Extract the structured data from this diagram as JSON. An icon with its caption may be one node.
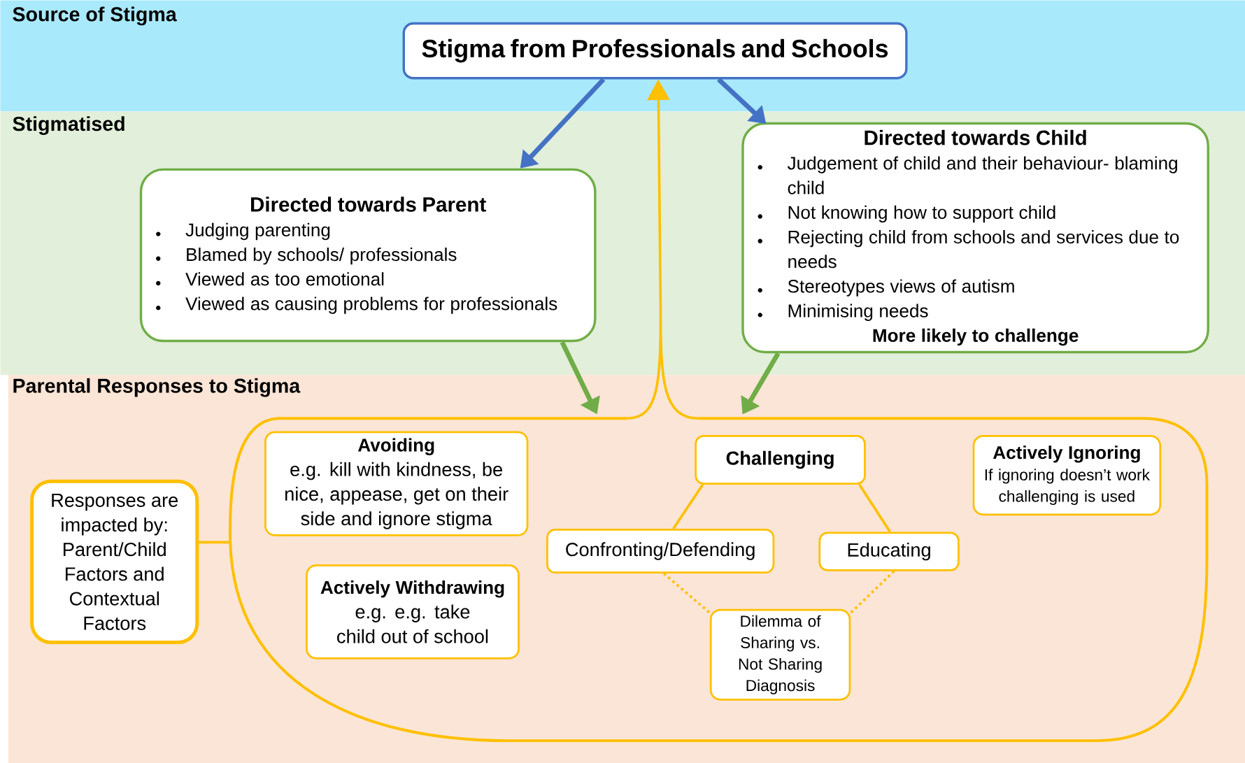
{
  "diagram": {
    "nodes": [
      {
        "text": [
          "Source of Stigma"
        ]
      },
      {
        "text": [
          "Stigma from Professionals and Schools"
        ],
        "in": 0
      },
      {
        "text": [
          "Stigmatised"
        ]
      },
      {
        "text": [
          "Directed towards Parent",
          "Judging parenting",
          "Blamed by schools/ professionals",
          "Viewed as too emotional",
          "Viewed as causing problems for professionals"
        ],
        "in": 2
      },
      {
        "text": [
          "Directed towards Child",
          "Judgement of child and their behaviour- blaming child",
          "Not knowing how to support child",
          "Rejecting child from schools and services due to needs",
          "Stereotypes views of autism",
          "Minimising needs",
          "More likely to challenge"
        ],
        "in": 2
      },
      {
        "text": [
          "Parental Responses to Stigma"
        ]
      },
      {
        "text": [],
        "shape": "box",
        "in": 5
      },
      {
        "text": [
          "Responses are impacted by: Parent/Child Factors and Contextual Factors"
        ],
        "in": 5
      },
      {
        "text": [
          "Avoiding",
          "e.g. kill with kindness, be nice, appease, get on their side and ignore stigma"
        ],
        "in": 6
      },
      {
        "text": [
          "Actively Withdrawing",
          "e.g. e.g. take child out of school"
        ],
        "in": 6
      },
      {
        "text": [
          "Challenging"
        ],
        "in": 6
      },
      {
        "text": [
          "Confronting/Defending"
        ],
        "in": 6
      },
      {
        "text": [
          "Educating"
        ],
        "in": 6
      },
      {
        "text": [
          "Dilemma of Sharing vs. Not Sharing Diagnosis"
        ],
        "in": 6
      },
      {
        "text": [
          "Actively Ignoring",
          "If ignoring doesn’t work challenging is used"
        ],
        "in": 6
      }
    ],
    "edges": [
      {
        "from": 1,
        "to": 3,
        "arrow": "to",
        "style": "thick",
        "color": "#4472c4"
      },
      {
        "from": 1,
        "to": 4,
        "arrow": "to",
        "style": "thick",
        "color": "#4472c4"
      },
      {
        "from": 3,
        "to": 6,
        "arrow": "to",
        "style": "thick",
        "color": "#70ad47"
      },
      {
        "from": 4,
        "to": 6,
        "arrow": "to",
        "style": "thick",
        "color": "#70ad47"
      },
      {
        "from": 6,
        "to": 1,
        "arrow": "to"
      },
      {
        "from": 7,
        "to": 6,
        "arrow": "none"
      },
      {
        "from": 10,
        "to": 11,
        "arrow": "none"
      },
      {
        "from": 10,
        "to": 12,
        "arrow": "none"
      },
      {
        "from": 11,
        "to": 13,
        "arrow": "none",
        "style": "dashed"
      },
      {
        "from": 12,
        "to": 13,
        "arrow": "none",
        "style": "dashed"
      }
    ]
  }
}
